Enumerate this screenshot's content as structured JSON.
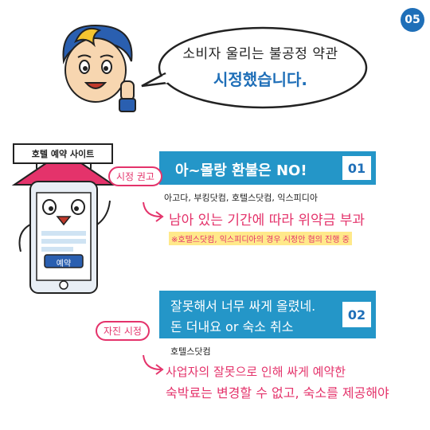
{
  "page": {
    "number": "05"
  },
  "speech": {
    "line1": "소비자 울리는 불공정 약관",
    "line2": "시정했습니다."
  },
  "illustration": {
    "sign_label": "호텔 예약 사이트",
    "reserve_button": "예약"
  },
  "items": [
    {
      "tag": "시정 권고",
      "headline": "아~몰랑 환불은 NO!",
      "number": "01",
      "companies": "아고다, 부킹닷컴, 호텔스닷컴, 익스피디아",
      "result": "남아 있는 기간에 따라 위약금 부과",
      "note": "※호텔스닷컴, 익스피디아의 경우 시정안 협의 진행 중"
    },
    {
      "tag": "자진 시정",
      "headline_line1": "잘못해서 너무 싸게 올렸네.",
      "headline_line2": "돈 더내요 or 숙소 취소",
      "number": "02",
      "companies": "호텔스닷컴",
      "result_line1": "사업자의 잘못으로 인해 싸게 예약한",
      "result_line2": "숙박료는 변경할 수 없고, 숙소를 제공해야"
    }
  ],
  "colors": {
    "blue": "#2496c8",
    "navy": "#1f6fb8",
    "pink": "#e4336b",
    "highlight": "#ffe98a"
  }
}
